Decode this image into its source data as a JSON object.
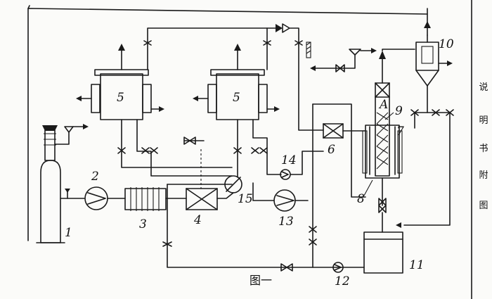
{
  "labels": {
    "n1": "1",
    "n2": "2",
    "n3": "3",
    "n4": "4",
    "n5a": "5",
    "n5b": "5",
    "n6": "6",
    "n7": "7",
    "n8": "8",
    "n9": "9",
    "n10": "10",
    "n11": "11",
    "n12": "12",
    "n13": "13",
    "n14": "14",
    "n15": "15",
    "hopperA": "A"
  },
  "caption": "图一",
  "side_text": [
    "说",
    "明",
    "书",
    "附",
    "图"
  ]
}
